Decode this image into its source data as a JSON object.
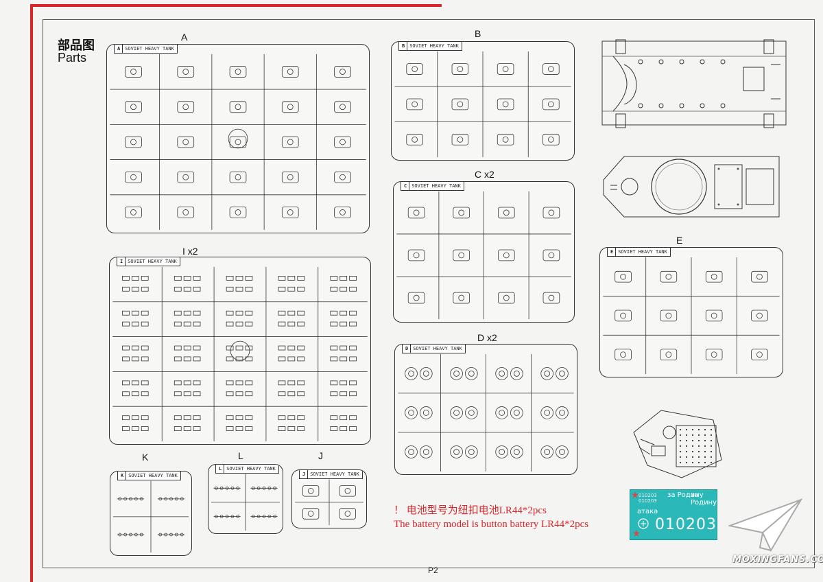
{
  "page": {
    "title_cn": "部品图",
    "title_en": "Parts",
    "page_number": "P2"
  },
  "sprues": [
    {
      "id": "A",
      "tag_letter": "A",
      "tag_text": "SOVIET HEAVY TANK",
      "label": "A"
    },
    {
      "id": "B",
      "tag_letter": "B",
      "tag_text": "SOVIET HEAVY TANK",
      "label": "B"
    },
    {
      "id": "C",
      "tag_letter": "C",
      "tag_text": "SOVIET HEAVY TANK",
      "label": "C x2"
    },
    {
      "id": "D",
      "tag_letter": "D",
      "tag_text": "SOVIET HEAVY TANK",
      "label": "D x2"
    },
    {
      "id": "I",
      "tag_letter": "I",
      "tag_text": "SOVIET HEAVY TANK",
      "label": "I x2"
    },
    {
      "id": "E",
      "tag_letter": "E",
      "tag_text": "SOVIET HEAVY TANK",
      "label": "E"
    },
    {
      "id": "K",
      "tag_letter": "K",
      "tag_text": "SOVIET HEAVY TANK",
      "label": "K"
    },
    {
      "id": "L",
      "tag_letter": "L",
      "tag_text": "SOVIET HEAVY TANK",
      "label": "L"
    },
    {
      "id": "J",
      "tag_letter": "J",
      "tag_text": "SOVIET HEAVY TANK",
      "label": "J"
    }
  ],
  "notice": {
    "cn": "！ 电池型号为纽扣电池LR44*2pcs",
    "en": "The battery model is button battery LR44*2pcs",
    "color": "#d8262b"
  },
  "decal": {
    "main_number": "010203",
    "small_number_1": "010203",
    "small_number_2": "010203",
    "slogan_1": "за Родину",
    "slogan_2": "за Родину",
    "attack": "атака",
    "background_color": "#2bb8b8"
  },
  "watermark": "MOXINGFANS.COM",
  "colors": {
    "accent_red": "#d8262b",
    "line": "#333333"
  }
}
